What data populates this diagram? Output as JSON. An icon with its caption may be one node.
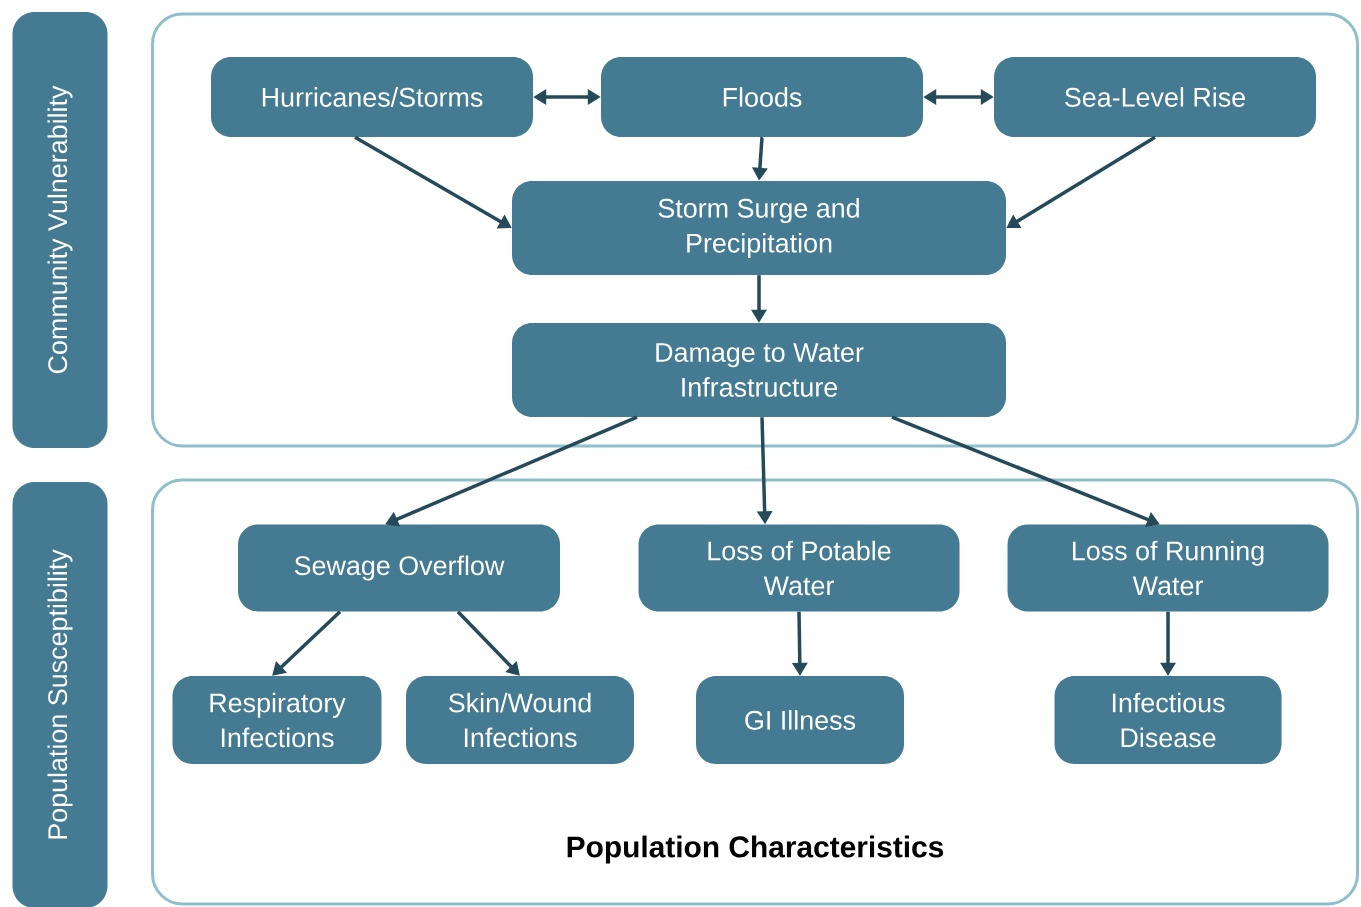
{
  "diagram": {
    "nodes": [
      {
        "text": [
          "Community Vulnerability"
        ]
      },
      {
        "text": [],
        "shape": "box"
      },
      {
        "text": [
          "Hurricanes/Storms"
        ],
        "in": 1
      },
      {
        "text": [
          "Floods"
        ],
        "in": 1
      },
      {
        "text": [
          "Sea-Level Rise"
        ],
        "in": 1
      },
      {
        "text": [
          "Storm Surge and Precipitation"
        ],
        "in": 1
      },
      {
        "text": [
          "Damage to Water Infrastructure"
        ],
        "in": 1
      },
      {
        "text": [
          "Population Susceptibility"
        ]
      },
      {
        "text": [
          "Population Characteristics"
        ]
      },
      {
        "text": [
          "Sewage Overflow"
        ],
        "in": 8
      },
      {
        "text": [
          "Loss of Potable Water"
        ],
        "in": 8
      },
      {
        "text": [
          "Loss of Running Water"
        ],
        "in": 8
      },
      {
        "text": [
          "Respiratory Infections"
        ],
        "in": 8
      },
      {
        "text": [
          "Skin/Wound Infections"
        ],
        "in": 8
      },
      {
        "text": [
          "GI Illness"
        ],
        "in": 8
      },
      {
        "text": [
          "Infectious Disease"
        ],
        "in": 8
      }
    ],
    "edges": [
      {
        "from": 2,
        "to": 3,
        "arrow": "both"
      },
      {
        "from": 3,
        "to": 4,
        "arrow": "both"
      },
      {
        "from": 2,
        "to": 5,
        "arrow": "to"
      },
      {
        "from": 3,
        "to": 5,
        "arrow": "to"
      },
      {
        "from": 4,
        "to": 5,
        "arrow": "to"
      },
      {
        "from": 5,
        "to": 6,
        "arrow": "to"
      },
      {
        "from": 6,
        "to": 9,
        "arrow": "to"
      },
      {
        "from": 6,
        "to": 10,
        "arrow": "to"
      },
      {
        "from": 6,
        "to": 11,
        "arrow": "to"
      },
      {
        "from": 9,
        "to": 12,
        "arrow": "to"
      },
      {
        "from": 9,
        "to": 13,
        "arrow": "to"
      },
      {
        "from": 10,
        "to": 14,
        "arrow": "to"
      },
      {
        "from": 11,
        "to": 15,
        "arrow": "to"
      }
    ]
  }
}
